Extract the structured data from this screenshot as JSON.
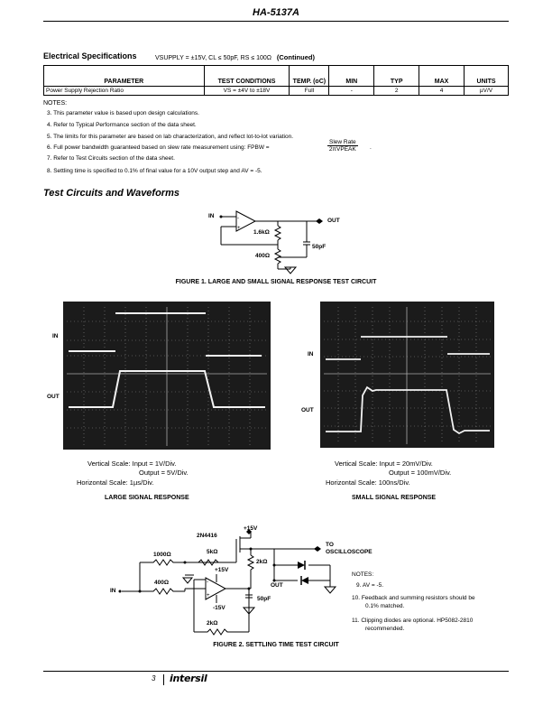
{
  "header": {
    "title": "HA-5137A"
  },
  "spec": {
    "title": "Electrical Specifications",
    "conditions": "VSUPPLY = ±15V, CL ≤ 50pF, RS ≤ 100Ω",
    "continued": "(Continued)",
    "columns": [
      "PARAMETER",
      "TEST CONDITIONS",
      "TEMP. (oC)",
      "MIN",
      "TYP",
      "MAX",
      "UNITS"
    ],
    "rows": [
      [
        "Power Supply Rejection Ratio",
        "VS = ±4V to ±18V",
        "Full",
        "-",
        "2",
        "4",
        "µV/V"
      ]
    ]
  },
  "notes": {
    "heading": "NOTES:",
    "items": [
      "3.  This parameter value is based upon design calculations.",
      "4.  Refer to Typical Performance section of the data sheet.",
      "5.  The limits for this parameter are based on lab characterization, and reflect lot-to-lot variation.",
      "6.  Full power bandwidth guaranteed based on slew rate measurement using:  FPBW  =",
      "7.  Refer to Test Circuits section of the data sheet.",
      "8.  Settling time is specified to 0.1% of final value for a 10V output step and AV = -5."
    ],
    "formula_num": "Slew Rate",
    "formula_den": "2πVPEAK"
  },
  "section": {
    "title": "Test Circuits and Waveforms"
  },
  "figure1": {
    "in": "IN",
    "out": "OUT",
    "r1": "1.6kΩ",
    "r2": "400Ω",
    "c1": "50pF",
    "caption": "FIGURE 1.  LARGE AND SMALL SIGNAL RESPONSE TEST CIRCUIT"
  },
  "large_signal": {
    "in_label": "IN",
    "out_label": "OUT",
    "vscale_label": "Vertical Scale: Input = 1V/Div.",
    "vscale_out": "Output = 5V/Div.",
    "hscale": "Horizontal Scale: 1µs/Div.",
    "title": "LARGE SIGNAL RESPONSE"
  },
  "small_signal": {
    "in_label": "IN",
    "out_label": "OUT",
    "vscale_label": "Vertical Scale: Input = 20mV/Div.",
    "vscale_out": "Output = 100mV/Div.",
    "hscale": "Horizontal Scale: 100ns/Div.",
    "title": "SMALL SIGNAL RESPONSE"
  },
  "figure2": {
    "vplus_top": "+15V",
    "fet": "2N4416",
    "to_scope": "TO",
    "oscilloscope": "OSCILLOSCOPE",
    "r1000": "1000Ω",
    "r5k": "5kΩ",
    "r2k_a": "2kΩ",
    "r400": "400Ω",
    "vplus": "+15V",
    "vminus": "-15V",
    "in": "IN",
    "out": "OUT",
    "c50": "50pF",
    "r2k_b": "2kΩ",
    "caption": "FIGURE 2.  SETTLING TIME TEST CIRCUIT"
  },
  "figure2_notes": {
    "heading": "NOTES:",
    "n9": "9.  AV = -5.",
    "n10a": "10.  Feedback and summing resistors should be",
    "n10b": "0.1% matched.",
    "n11a": "11.  Clipping diodes are optional. HP5082-2810",
    "n11b": "recommended."
  },
  "footer": {
    "page": "3",
    "brand": "intersil"
  }
}
